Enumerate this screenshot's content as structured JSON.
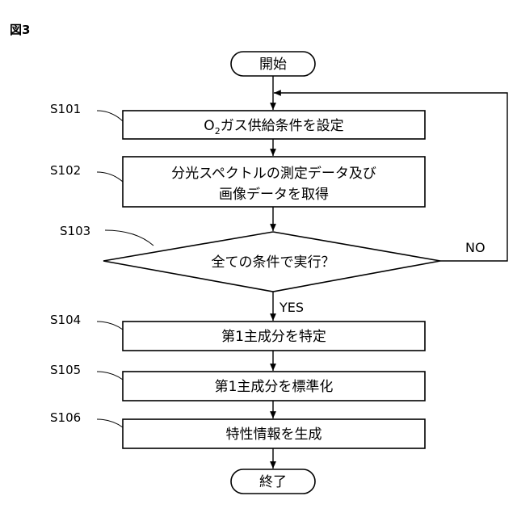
{
  "figure_label": "図3",
  "terminals": {
    "start": "開始",
    "end": "終了"
  },
  "steps": {
    "s101": {
      "id": "S101",
      "text_main": "O",
      "text_sub": "2",
      "text_rest": "ガス供給条件を設定"
    },
    "s102": {
      "id": "S102",
      "line1": "分光スペクトルの測定データ及び",
      "line2": "画像データを取得"
    },
    "s103": {
      "id": "S103",
      "text": "全ての条件で実行？"
    },
    "s104": {
      "id": "S104",
      "text": "第1主成分を特定"
    },
    "s105": {
      "id": "S105",
      "text": "第1主成分を標準化"
    },
    "s106": {
      "id": "S106",
      "text": "特性情報を生成"
    }
  },
  "branches": {
    "yes": "YES",
    "no": "NO"
  }
}
